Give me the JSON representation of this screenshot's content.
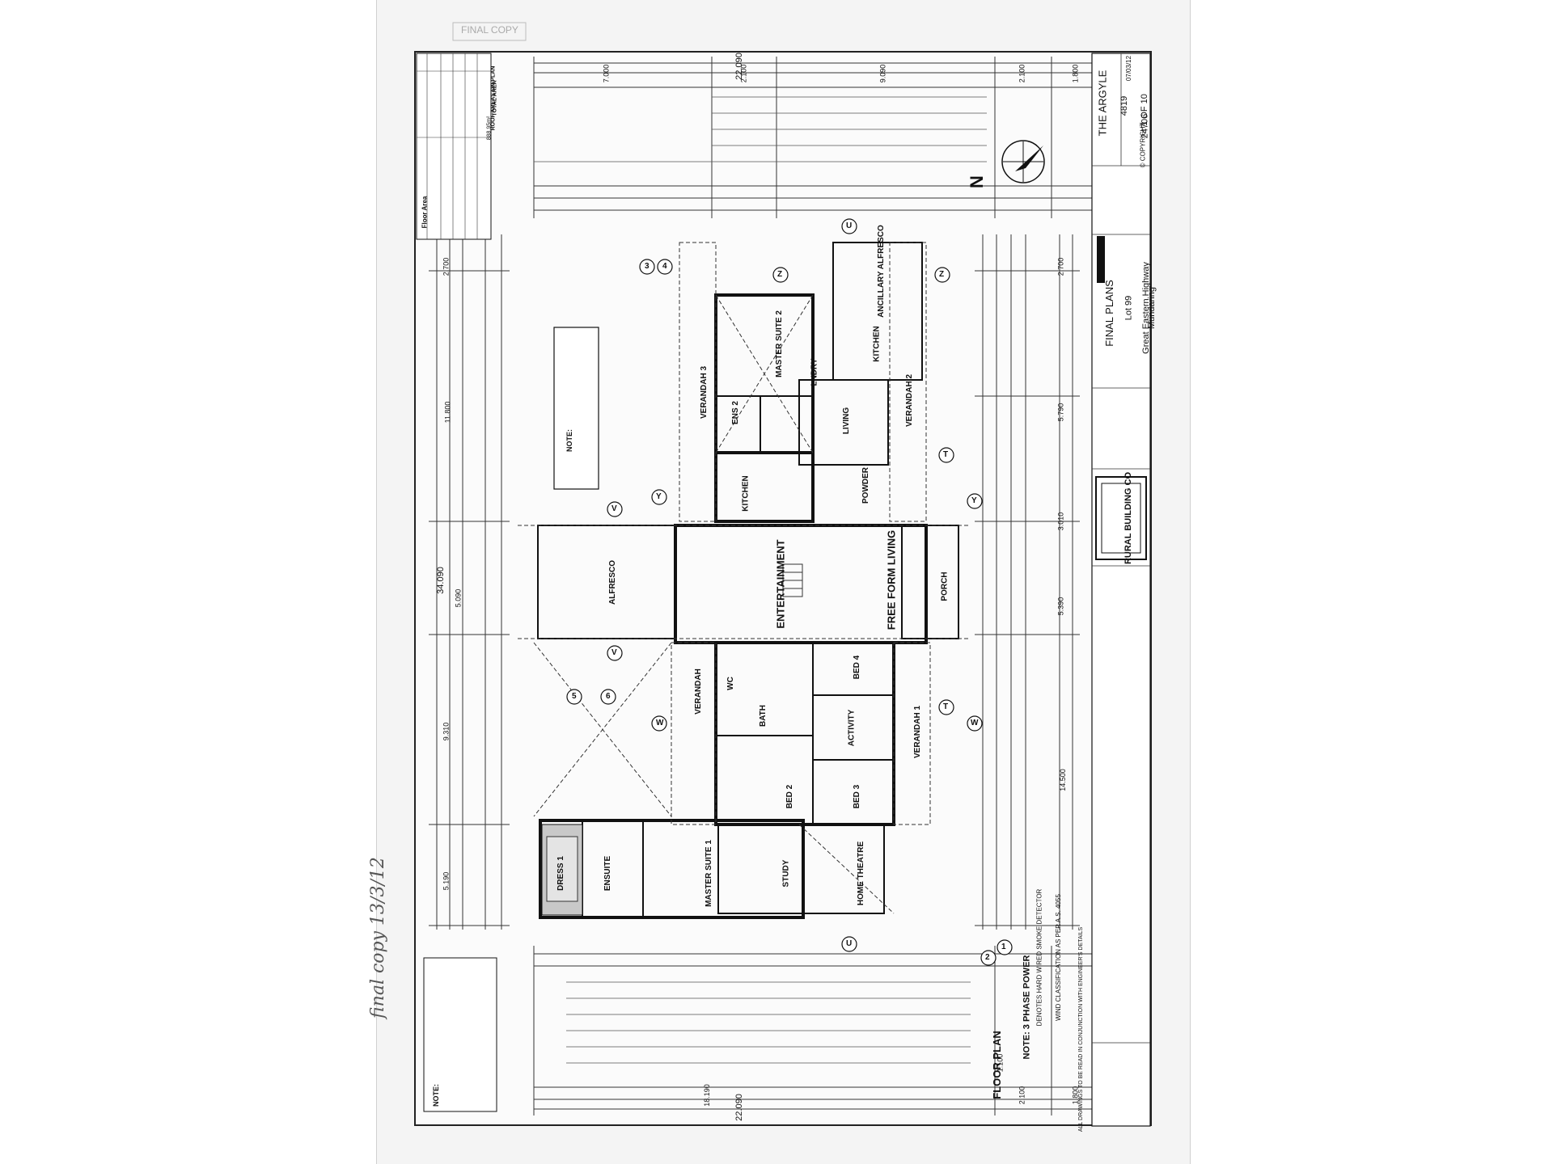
{
  "header_stamp": "FINAL COPY",
  "handwritten_note": "final copy 13/3/12",
  "dimensions": {
    "overall_top": "22.090",
    "overall_bottom": "22.090",
    "overall_length": "34.090",
    "top_segments": [
      "7.000",
      "2.100",
      "9.090",
      "2.100",
      "1.800"
    ],
    "bottom_segments": [
      "18.190",
      "2.100",
      "1.800"
    ],
    "left_segments": [
      "2.700",
      "11.800",
      "5.090",
      "9.310",
      "5.190"
    ],
    "right_segments": [
      "2.700",
      "5.790",
      "3.010",
      "5.390",
      "14.500"
    ]
  },
  "rooms": [
    {
      "id": "master-suite-2",
      "name": "MASTER SUITE 2"
    },
    {
      "id": "alfresco-top",
      "name": "ANCILLARY ALFRESCO"
    },
    {
      "id": "kitchen-ancillary",
      "name": "KITCHEN"
    },
    {
      "id": "verandah-3",
      "name": "VERANDAH 3"
    },
    {
      "id": "lndry",
      "name": "LNDRY"
    },
    {
      "id": "ens-2",
      "name": "ENS 2"
    },
    {
      "id": "living",
      "name": "LIVING"
    },
    {
      "id": "verandah-2",
      "name": "VERANDAH 2"
    },
    {
      "id": "kitchen",
      "name": "KITCHEN"
    },
    {
      "id": "powder",
      "name": "POWDER"
    },
    {
      "id": "entertainment",
      "name": "ENTERTAINMENT"
    },
    {
      "id": "free-form-living",
      "name": "FREE FORM LIVING"
    },
    {
      "id": "alfresco",
      "name": "ALFRESCO"
    },
    {
      "id": "porch",
      "name": "PORCH"
    },
    {
      "id": "bed-4",
      "name": "BED 4"
    },
    {
      "id": "activity",
      "name": "ACTIVITY"
    },
    {
      "id": "verandah-1",
      "name": "VERANDAH 1"
    },
    {
      "id": "bed-3",
      "name": "BED 3"
    },
    {
      "id": "bed-2",
      "name": "BED 2"
    },
    {
      "id": "wc",
      "name": "WC"
    },
    {
      "id": "bath",
      "name": "BATH"
    },
    {
      "id": "verandah-w",
      "name": "VERANDAH"
    },
    {
      "id": "study",
      "name": "STUDY"
    },
    {
      "id": "home-theatre",
      "name": "HOME THEATRE"
    },
    {
      "id": "master-suite-1",
      "name": "MASTER SUITE 1"
    },
    {
      "id": "dress-1",
      "name": "DRESS 1"
    },
    {
      "id": "ensuite-1",
      "name": "ENSUITE"
    }
  ],
  "grid_markers": [
    "U",
    "Z",
    "Y",
    "T",
    "V",
    "W",
    "3",
    "4",
    "5",
    "6",
    "1",
    "2"
  ],
  "north_label": "N",
  "notes_title": "NOTE:",
  "floor_area_table": {
    "title": "Floor Area",
    "roof_title": "ROOF AREAS ON PLAN",
    "total_label": "TOTAL AREA",
    "total_value": "888.95m²"
  },
  "title_block": {
    "project": "THE ARGYLE",
    "model_no": "4819",
    "copyright": "© COPYRIGHT",
    "sheet": "1 OF 10",
    "job_no": "24706",
    "date": "07/03/12",
    "stage": "FINAL PLANS",
    "lot": "Lot 99",
    "address_1": "Great Eastern Highway",
    "address_2": "Mundaring",
    "company": "RURAL BUILDING CO"
  },
  "legend": {
    "floor_plan": "FLOOR PLAN",
    "scale": "1:100",
    "note_phase": "NOTE: 3 PHASE POWER",
    "smoke": "DENOTES HARD WIRED SMOKE DETECTOR",
    "wind": "WIND CLASSIFICATION AS PER A.S. 4055",
    "engineer": "ALL DRAWINGS TO BE READ IN CONJUNCTION WITH ENGINEER'S DETAILS"
  }
}
